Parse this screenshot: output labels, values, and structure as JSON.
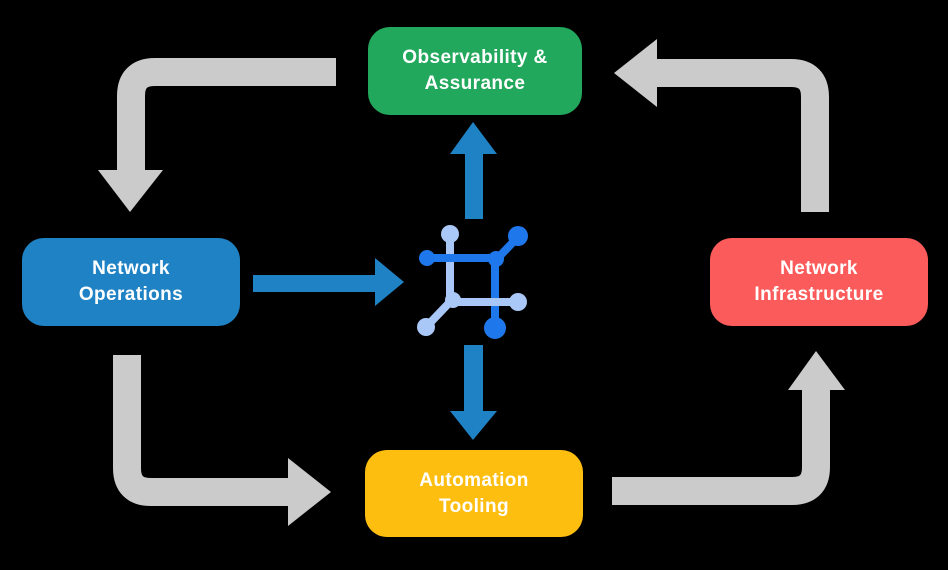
{
  "colors": {
    "background": "#000000",
    "green": "#22A85C",
    "blue": "#1F82C4",
    "red": "#FC5B5B",
    "yellow": "#FDBE10",
    "arrow-gray": "#CBCBCB",
    "icon-dark": "#1E78EC",
    "icon-light": "#A9C7F7",
    "text": "#FFFFFF"
  },
  "diagram": {
    "type": "cycle-flow",
    "center_icon": "network-mesh-icon",
    "boxes": {
      "observability": {
        "line1": "Observability &",
        "line2": "Assurance"
      },
      "operations": {
        "line1": "Network",
        "line2": "Operations"
      },
      "infrastructure": {
        "line1": "Network",
        "line2": "Infrastructure"
      },
      "automation": {
        "line1": "Automation",
        "line2": "Tooling"
      }
    },
    "connections": [
      {
        "from": "observability",
        "to": "operations",
        "style": "gray-elbow"
      },
      {
        "from": "operations",
        "to": "automation",
        "style": "gray-elbow"
      },
      {
        "from": "automation",
        "to": "infrastructure",
        "style": "gray-elbow"
      },
      {
        "from": "infrastructure",
        "to": "observability",
        "style": "gray-elbow"
      },
      {
        "from": "operations",
        "to": "center-icon",
        "style": "blue-straight"
      },
      {
        "from": "center-icon",
        "to": "observability",
        "style": "blue-straight"
      },
      {
        "from": "center-icon",
        "to": "automation",
        "style": "blue-straight"
      }
    ]
  }
}
